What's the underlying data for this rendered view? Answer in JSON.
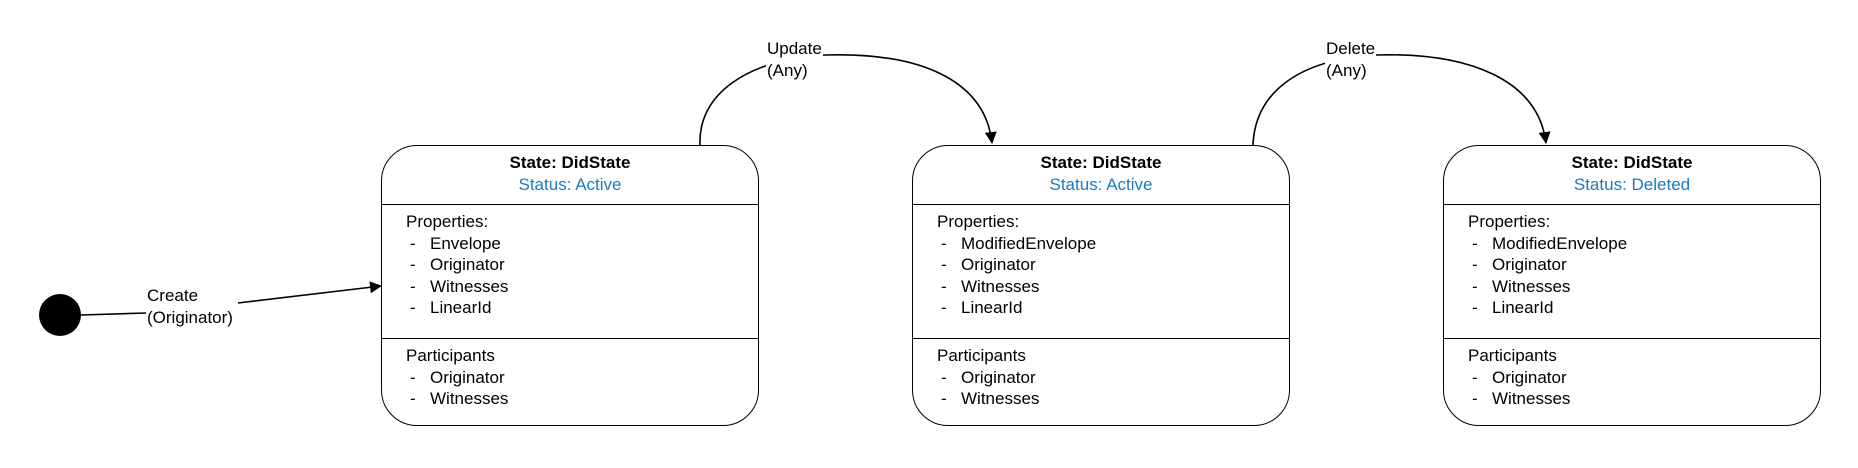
{
  "states": [
    {
      "title": "State: DidState",
      "status": "Status: Active",
      "properties_header": "Properties:",
      "properties": [
        "Envelope",
        "Originator",
        "Witnesses",
        "LinearId"
      ],
      "participants_header": "Participants",
      "participants": [
        "Originator",
        "Witnesses"
      ]
    },
    {
      "title": "State: DidState",
      "status": "Status: Active",
      "properties_header": "Properties:",
      "properties": [
        "ModifiedEnvelope",
        "Originator",
        "Witnesses",
        "LinearId"
      ],
      "participants_header": "Participants",
      "participants": [
        "Originator",
        "Witnesses"
      ]
    },
    {
      "title": "State: DidState",
      "status": "Status: Deleted",
      "properties_header": "Properties:",
      "properties": [
        "ModifiedEnvelope",
        "Originator",
        "Witnesses",
        "LinearId"
      ],
      "participants_header": "Participants",
      "participants": [
        "Originator",
        "Witnesses"
      ]
    }
  ],
  "transitions": {
    "create": {
      "line1": "Create",
      "line2": "(Originator)"
    },
    "update": {
      "line1": "Update",
      "line2": "(Any)"
    },
    "delete": {
      "line1": "Delete",
      "line2": "(Any)"
    }
  },
  "colors": {
    "status": "#1a7bbf",
    "stroke": "#000000"
  }
}
